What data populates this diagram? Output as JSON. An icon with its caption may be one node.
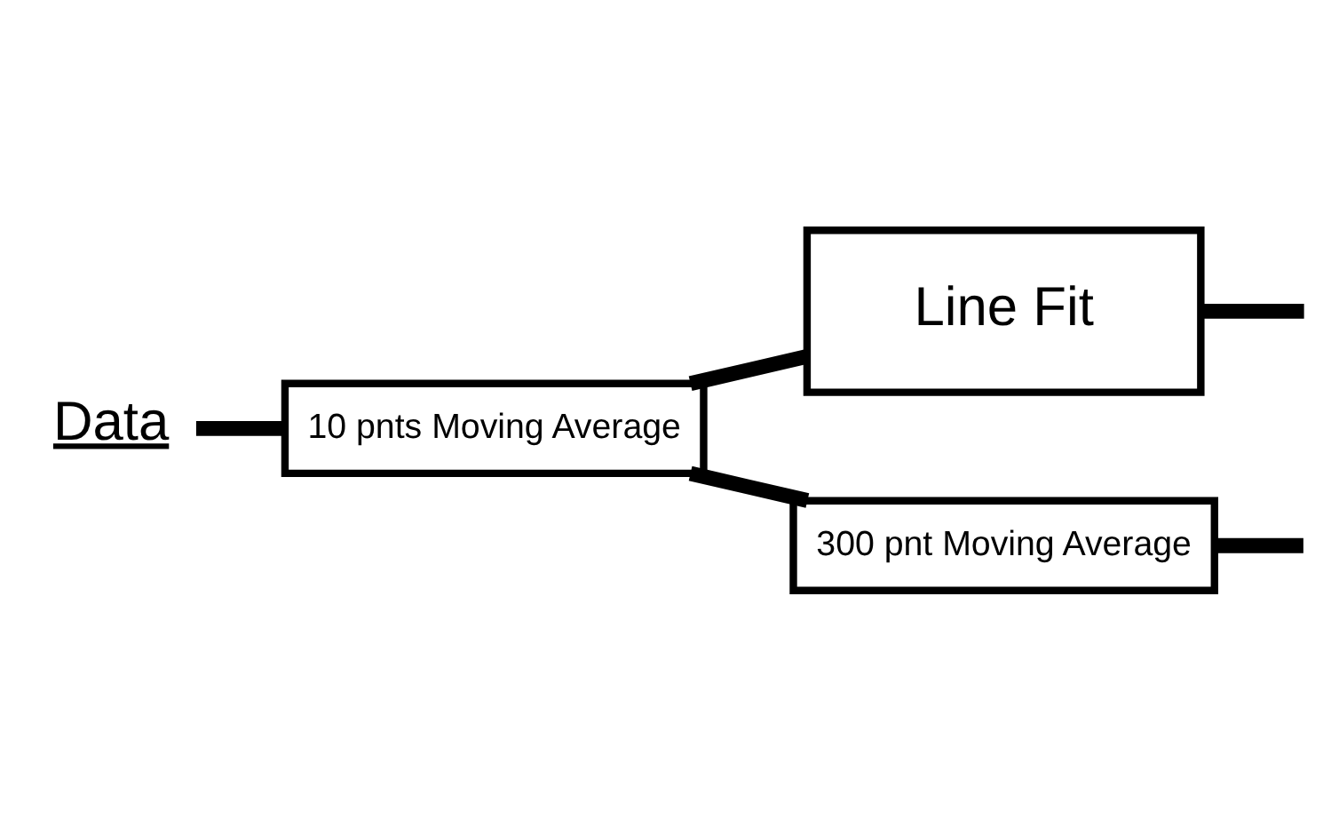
{
  "diagram": {
    "nodes": [
      {
        "text": [
          "Data"
        ]
      },
      {
        "text": [
          "10 pnts Moving Average"
        ]
      },
      {
        "text": [
          "Line Fit"
        ]
      },
      {
        "text": [
          "300 pnt Moving Average"
        ]
      }
    ],
    "edges": [
      {
        "from": 0,
        "to": 1,
        "arrow": "none"
      },
      {
        "from": 1,
        "to": 2,
        "arrow": "none"
      },
      {
        "from": 1,
        "to": 3,
        "arrow": "none"
      },
      {
        "from": 2,
        "to": null,
        "arrow": "none"
      },
      {
        "from": 3,
        "to": null,
        "arrow": "none"
      }
    ]
  }
}
